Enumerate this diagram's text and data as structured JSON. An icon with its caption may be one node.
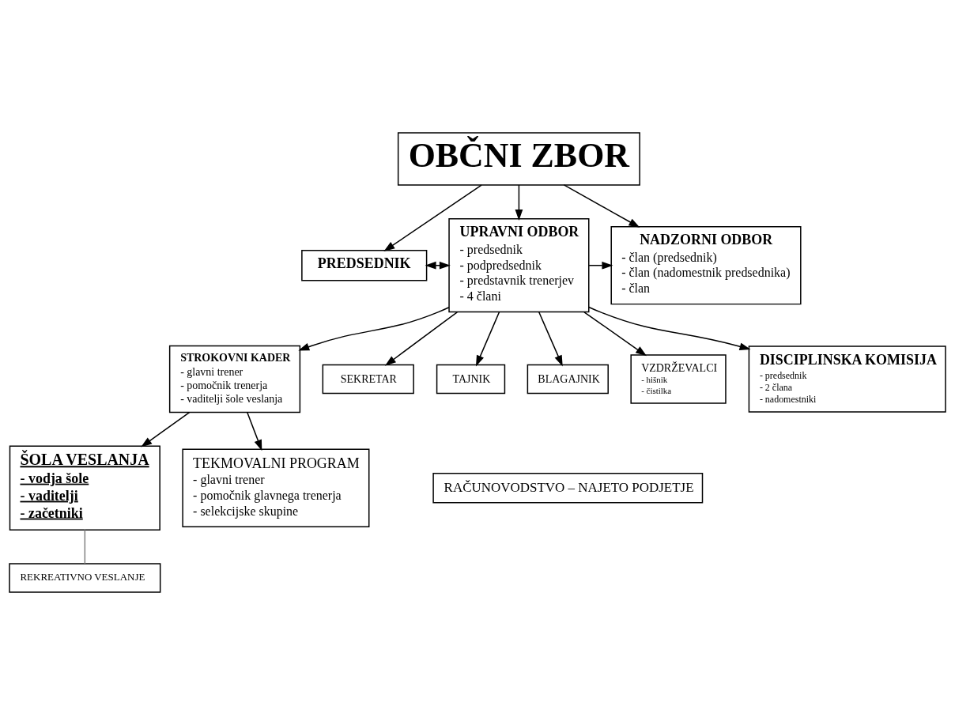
{
  "diagram": {
    "nodes": [
      {
        "text": [
          "OBČNI ZBOR"
        ]
      },
      {
        "text": [
          "PREDSEDNIK"
        ]
      },
      {
        "text": [
          "UPRAVNI ODBOR",
          "- predsednik",
          "- podpredsednik",
          "- predstavnik trenerjev",
          "- 4 člani"
        ]
      },
      {
        "text": [
          "NADZORNI ODBOR",
          "- član (predsednik)",
          "- član (nadomestnik predsednika)",
          "- član"
        ]
      },
      {
        "text": [
          "STROKOVNI KADER",
          "- glavni trener",
          "- pomočnik trenerja",
          "- vaditelji šole veslanja"
        ]
      },
      {
        "text": [
          "SEKRETAR"
        ]
      },
      {
        "text": [
          "TAJNIK"
        ]
      },
      {
        "text": [
          "BLAGAJNIK"
        ]
      },
      {
        "text": [
          "VZDRŽEVALCI",
          "- hišnik",
          "- čistilka"
        ]
      },
      {
        "text": [
          "DISCIPLINSKA KOMISIJA",
          "- predsednik",
          "- 2 člana",
          "- nadomestniki"
        ]
      },
      {
        "text": [
          "ŠOLA VESLANJA",
          "- vodja šole",
          "- vaditelji",
          "- začetniki"
        ]
      },
      {
        "text": [
          "TEKMOVALNI PROGRAM",
          "- glavni trener",
          "- pomočnik glavnega trenerja",
          "- selekcijske skupine"
        ]
      },
      {
        "text": [
          "RAČUNOVODSTVO – NAJETO PODJETJE"
        ]
      },
      {
        "text": [
          "REKREATIVNO VESLANJE"
        ]
      }
    ],
    "edges": [
      {
        "from": 0,
        "to": 1,
        "arrow": "to"
      },
      {
        "from": 0,
        "to": 2,
        "arrow": "to"
      },
      {
        "from": 0,
        "to": 3,
        "arrow": "to"
      },
      {
        "from": 1,
        "to": 2,
        "arrow": "both"
      },
      {
        "from": 2,
        "to": 3,
        "arrow": "to"
      },
      {
        "from": 2,
        "to": 4,
        "arrow": "to"
      },
      {
        "from": 2,
        "to": 5,
        "arrow": "to"
      },
      {
        "from": 2,
        "to": 6,
        "arrow": "to"
      },
      {
        "from": 2,
        "to": 7,
        "arrow": "to"
      },
      {
        "from": 2,
        "to": 8,
        "arrow": "to"
      },
      {
        "from": 2,
        "to": 9,
        "arrow": "to"
      },
      {
        "from": 4,
        "to": 10,
        "arrow": "to"
      },
      {
        "from": 4,
        "to": 11,
        "arrow": "to"
      },
      {
        "from": 10,
        "to": 13,
        "arrow": "none",
        "color": "#808080"
      }
    ]
  }
}
